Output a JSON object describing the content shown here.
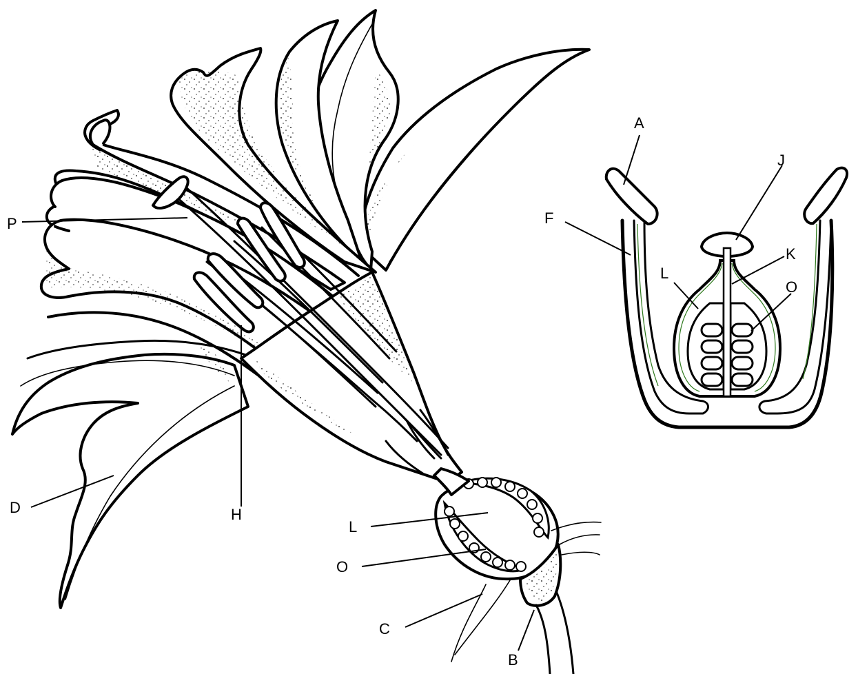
{
  "diagram": {
    "main_labels": {
      "P": "P",
      "D": "D",
      "H": "H",
      "L": "L",
      "O": "O",
      "C": "C",
      "B": "B"
    },
    "inset_labels": {
      "A": "A",
      "J": "J",
      "F": "F",
      "K": "K",
      "L": "L",
      "O": "O"
    }
  }
}
